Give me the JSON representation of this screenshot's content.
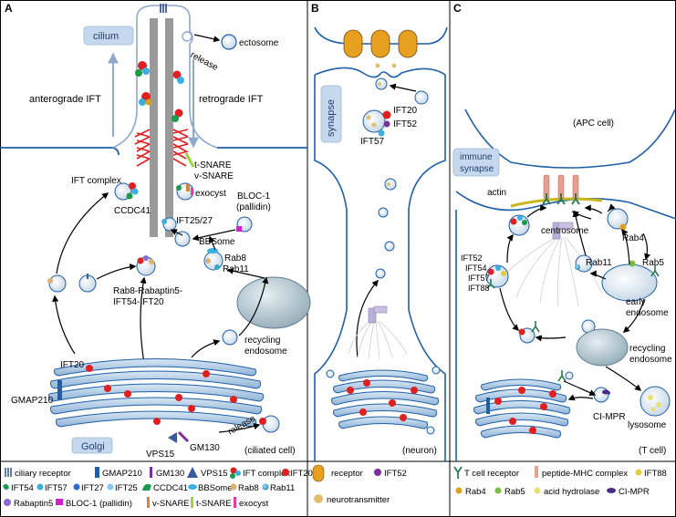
{
  "panels": {
    "a": {
      "letter": "A",
      "cilium": "cilium",
      "ectosome": "ectosome",
      "release_top": "release",
      "anterograde": "anterograde IFT",
      "retrograde": "retrograde IFT",
      "t_snare": "t-SNARE",
      "v_snare": "v-SNARE",
      "exocyst": "exocyst",
      "ift_complex": "IFT complex",
      "ccdc41": "CCDC41",
      "ift2527": "IFT25/27",
      "bloc1_line1": "BLOC-1",
      "bloc1_line2": "(pallidin)",
      "bbsome": "BBSome",
      "rab8": "Rab8",
      "rab11": "Rab11",
      "rab8_complex_line1": "Rab8-Rabaptin5-",
      "rab8_complex_line2": "IFT54-IFT20",
      "recycling_line1": "recycling",
      "recycling_line2": "endosome",
      "ift20": "IFT20",
      "gmap210": "GMAP210",
      "golgi": "Golgi",
      "vps15": "VPS15",
      "gm130": "GM130",
      "release_bottom": "release",
      "cell_type": "(ciliated cell)"
    },
    "b": {
      "letter": "B",
      "synapse": "synapse",
      "ift20": "IFT20",
      "ift52": "IFT52",
      "ift57": "IFT57",
      "cell_type": "(neuron)"
    },
    "c": {
      "letter": "C",
      "apc": "(APC cell)",
      "immune_line1": "immune",
      "immune_line2": "synapse",
      "actin": "actin",
      "centrosome": "centrosome",
      "rab4": "Rab4",
      "rab5": "Rab5",
      "rab11": "Rab11",
      "ift52": "IFT52",
      "ift54": "IFT54",
      "ift57": "IFT57",
      "ift88": "IFT88",
      "early_line1": "early",
      "early_line2": "endosome",
      "recycling_line1": "recycling",
      "recycling_line2": "endosome",
      "ci_mpr": "CI-MPR",
      "lysosome": "lysosome",
      "cell_type": "(T cell)"
    }
  },
  "legend_a": {
    "ciliary_receptor": "ciliary receptor",
    "gmap210": "GMAP210",
    "gm130": "GM130",
    "vps15": "VPS15",
    "ift_complex": "IFT complex",
    "ift20": "IFT20",
    "ift54": "IFT54",
    "ift57": "IFT57",
    "ift27": "IFT27",
    "ift25": "IFT25",
    "ccdc41": "CCDC41",
    "bbsome": "BBSome",
    "rab8": "Rab8",
    "rab11": "Rab11",
    "rabaptin5": "Rabaptin5",
    "bloc1": "BLOC-1 (pallidin)",
    "v_snare": "v-SNARE",
    "t_snare": "t-SNARE",
    "exocyst": "exocyst"
  },
  "legend_b": {
    "receptor": "receptor",
    "ift52": "IFT52",
    "neurotransmitter": "neurotransmitter"
  },
  "legend_c": {
    "t_cell_receptor": "T cell receptor",
    "peptide_mhc": "peptide-MHC complex",
    "ift88": "IFT88",
    "rab4": "Rab4",
    "rab5": "Rab5",
    "acid_hydrolase": "acid hydrolase",
    "ci_mpr": "CI-MPR"
  },
  "colors": {
    "membrane": "#1f5fa8",
    "golgi_fill": "#b9d3ea",
    "vesicle_fill": "#e4edf5",
    "cilium_box": "#c5d8ee",
    "ift20_red": "#e02020",
    "receptor_blue": "#3a5aa0",
    "gm130_purple": "#7b2f9e",
    "bloc1_magenta": "#d21fd2",
    "tsnare_green": "#9ad83a",
    "vsnare_orange": "#e0803a",
    "exocyst_pink": "#e93a9a",
    "rab8_tan": "#e0b070",
    "rab11_teal": "#38a8c8",
    "rabaptin5_purple": "#8a6ad0",
    "tcr_green": "#2e7d4f",
    "peptide_mhc_salmon": "#e8a090",
    "ift88_yellow": "#e0d040",
    "rab4_orange": "#e0a020",
    "rab5_green": "#7ac040",
    "acid_hydrolase_yellow": "#e8e070",
    "ci_mpr_purple": "#4a2a8a",
    "ccdc41_green": "#1a9a4a"
  }
}
